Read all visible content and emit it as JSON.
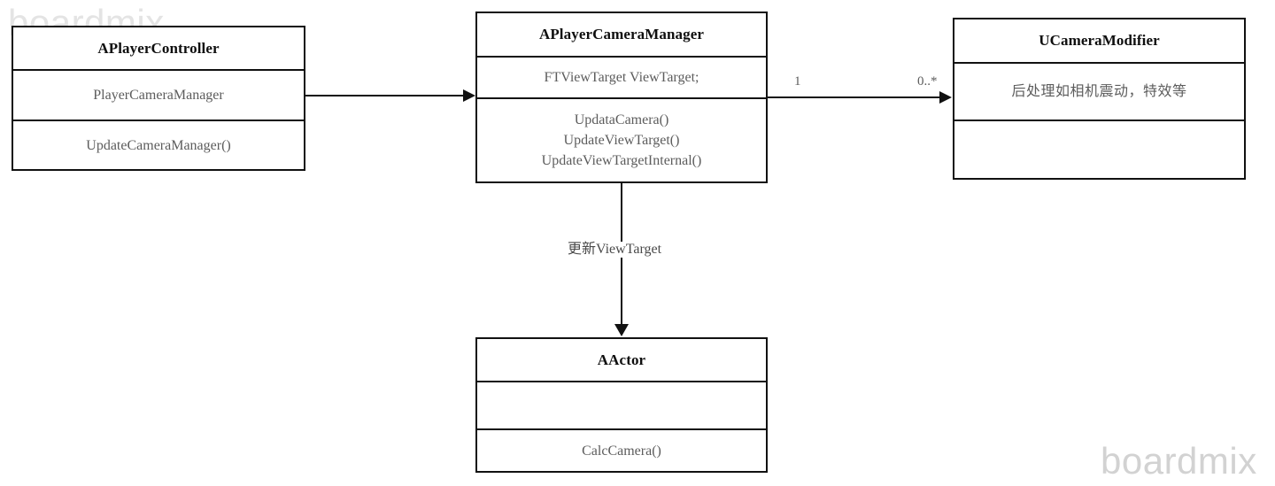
{
  "diagram": {
    "type": "uml-class-diagram",
    "watermarks": [
      {
        "text": "boardmix",
        "position": "top-left",
        "color": "#e4e4e4"
      },
      {
        "text": "boardmix",
        "position": "bottom-right",
        "color": "#d2d2d2"
      }
    ],
    "classes": [
      {
        "id": "player-controller",
        "name": "APlayerController",
        "attributes": "PlayerCameraManager",
        "operations": "UpdateCameraManager()"
      },
      {
        "id": "player-camera-manager",
        "name": "APlayerCameraManager",
        "attributes": "FTViewTarget ViewTarget;",
        "operations": "UpdataCamera()\nUpdateViewTarget()\nUpdateViewTargetInternal()"
      },
      {
        "id": "camera-modifier",
        "name": "UCameraModifier",
        "attributes": "后处理如相机震动，特效等",
        "operations": ""
      },
      {
        "id": "actor",
        "name": "AActor",
        "attributes": "",
        "operations": "CalcCamera()"
      }
    ],
    "connections": [
      {
        "id": "controller-to-camera-manager",
        "from": "player-controller",
        "to": "player-camera-manager",
        "label": "",
        "source_multiplicity": "",
        "target_multiplicity": "",
        "direction": "right"
      },
      {
        "id": "camera-manager-to-modifier",
        "from": "player-camera-manager",
        "to": "camera-modifier",
        "label": "",
        "source_multiplicity": "1",
        "target_multiplicity": "0..*",
        "direction": "right"
      },
      {
        "id": "camera-manager-to-actor",
        "from": "player-camera-manager",
        "to": "actor",
        "label": "更新ViewTarget",
        "source_multiplicity": "",
        "target_multiplicity": "",
        "direction": "down"
      }
    ]
  },
  "colors": {
    "stroke": "#111111",
    "title_text": "#0f0f0f",
    "body_text": "#5c5c5c",
    "background": "#ffffff"
  }
}
